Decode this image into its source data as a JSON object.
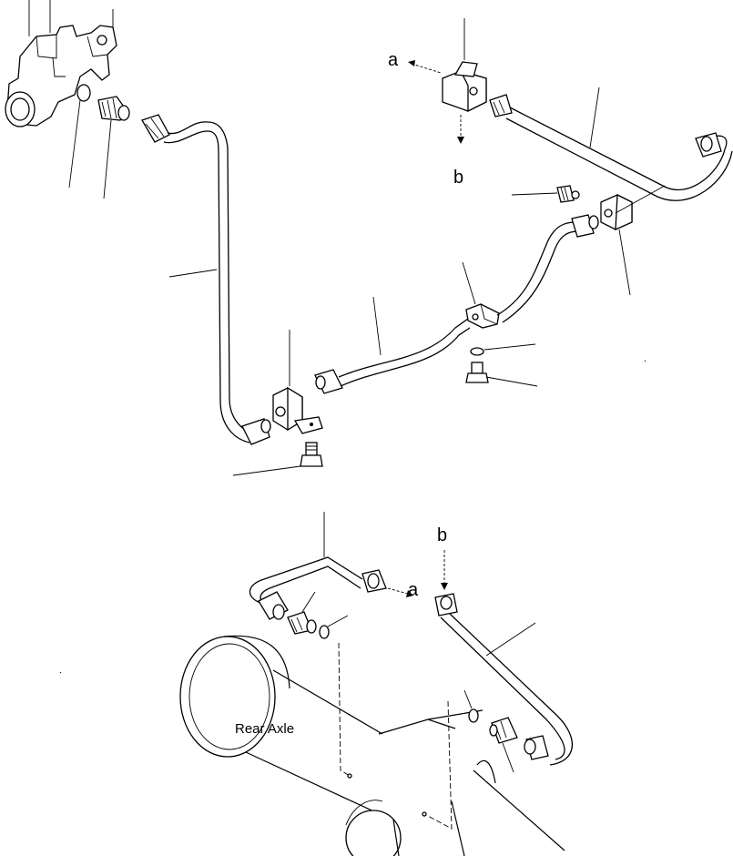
{
  "callouts": {
    "a_top": "a",
    "b_top": "b",
    "b_bottom": "b",
    "a_bottom": "a"
  },
  "labels": {
    "rear_axle": "Rear Axle"
  }
}
